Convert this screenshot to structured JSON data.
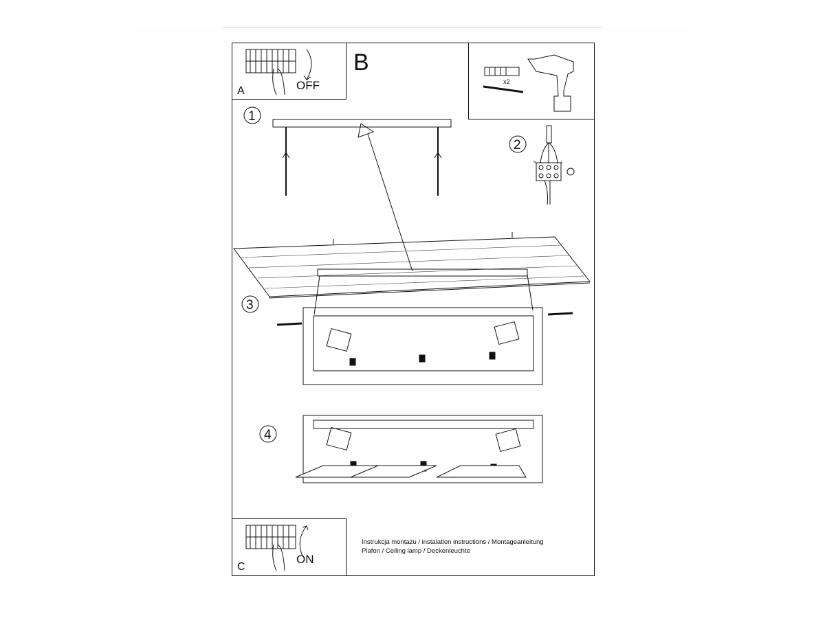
{
  "panel_a": {
    "letter": "A",
    "action": "OFF"
  },
  "panel_b": {
    "letter": "B",
    "quantity": "x2"
  },
  "panel_c": {
    "letter": "C",
    "action": "ON"
  },
  "steps": [
    "1",
    "2",
    "3",
    "4"
  ],
  "wiring": {
    "n": "N",
    "l": "L"
  },
  "footer": {
    "line1": "Instrukcja montażu / instalation instructions / Montageanleitung",
    "line2": "Plafon / Ceiling lamp / Deckenleuchte"
  }
}
